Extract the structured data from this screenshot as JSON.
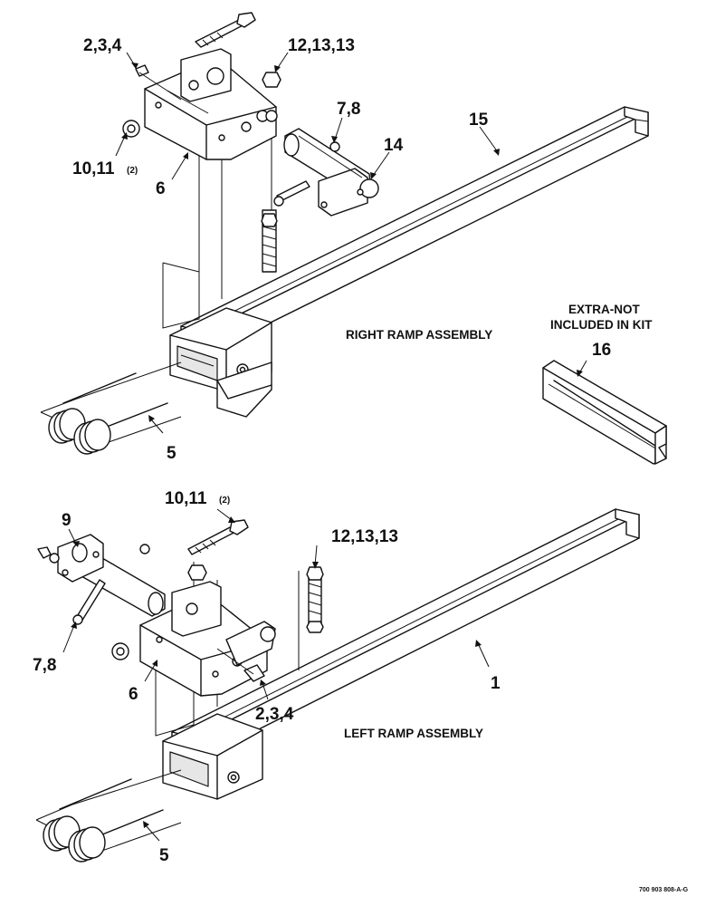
{
  "callouts": {
    "upper_2_3_4": "2,3,4",
    "upper_12_13_13": "12,13,13",
    "upper_7_8": "7,8",
    "upper_14": "14",
    "upper_15": "15",
    "upper_10_11": "10,11",
    "upper_10_11_qty": "(2)",
    "upper_6": "6",
    "upper_5": "5",
    "lower_9": "9",
    "lower_10_11": "10,11",
    "lower_10_11_qty": "(2)",
    "lower_12_13_13": "12,13,13",
    "lower_7_8": "7,8",
    "lower_6": "6",
    "lower_2_3_4": "2,3,4",
    "lower_1": "1",
    "lower_5": "5",
    "extra_16": "16"
  },
  "labels": {
    "right_ramp": "RIGHT RAMP ASSEMBLY",
    "left_ramp": "LEFT RAMP ASSEMBLY",
    "extra_line1": "EXTRA-NOT",
    "extra_line2": "INCLUDED IN KIT"
  },
  "figure_id": "700 903 808-A-G"
}
